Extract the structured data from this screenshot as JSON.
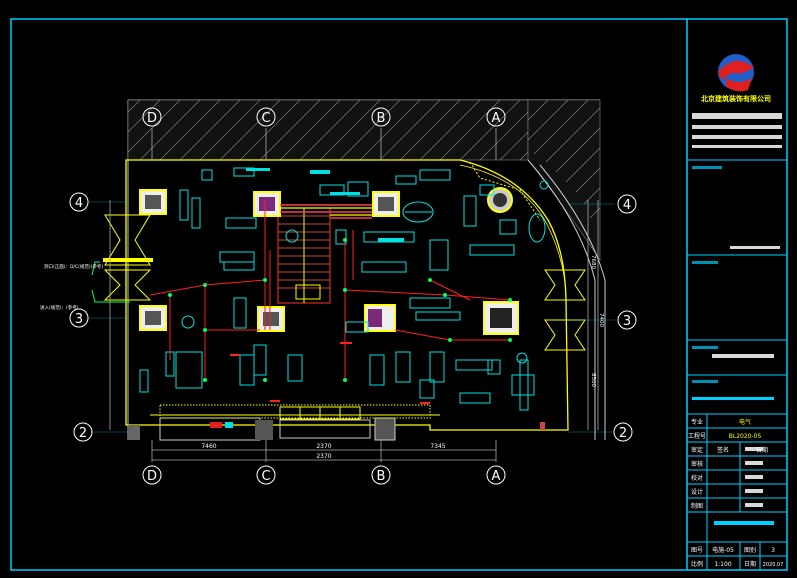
{
  "grid": {
    "top_axes": [
      "D",
      "C",
      "B",
      "A"
    ],
    "bottom_axes": [
      "D",
      "C",
      "B",
      "A"
    ],
    "left_axes": [
      "4",
      "3",
      "2"
    ],
    "right_axes": [
      "4",
      "3",
      "2"
    ]
  },
  "dimensions": {
    "bottom_segments": [
      "7460",
      "7345"
    ],
    "bottom_total": "2370",
    "mid_label": "2370",
    "right_side": [
      "7680",
      "7400",
      "8500"
    ]
  },
  "notes": {
    "left_upper": "洞口(正面)：D/C(规范)(参考)",
    "left_lower": "进入(规范)：(参考)"
  },
  "title_block": {
    "company": "北京建筑装饰有限公司",
    "row_labels": [
      "专业",
      "工程号",
      "审定",
      "审核",
      "校对",
      "设计",
      "制图"
    ],
    "row_values": [
      "电气",
      "BL2020-05",
      "",
      "",
      "",
      "",
      ""
    ],
    "col_headers": [
      "签名",
      "日期"
    ],
    "bottom_labels": [
      "图号",
      "比例",
      "日期"
    ],
    "bottom_values": [
      "电施-05",
      "1:100",
      "2020.07"
    ],
    "sheet_label": "图别",
    "sheet_value": "3"
  }
}
